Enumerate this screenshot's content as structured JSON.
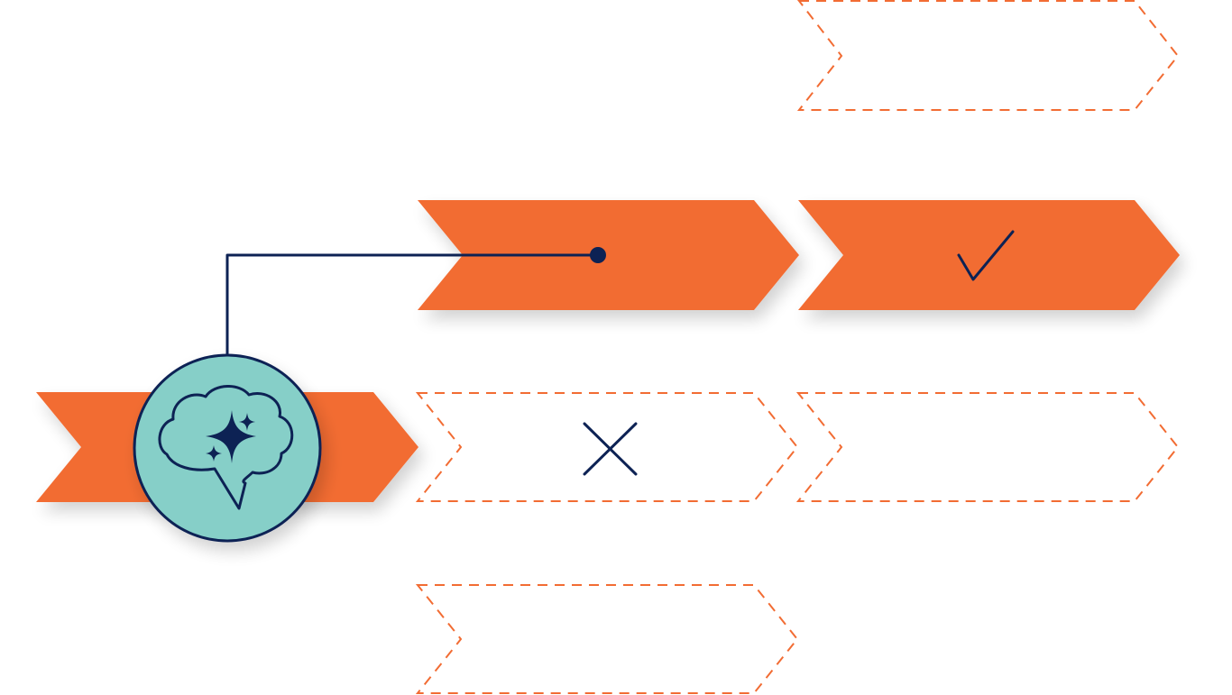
{
  "diagram": {
    "description_icons": {
      "start_icon": "brain-sparkle-speech-bubble-icon",
      "success_icon": "checkmark-icon",
      "failure_icon": "x-mark-icon",
      "connector_dot": "dot-icon"
    },
    "colors": {
      "accent_orange": "#f26c33",
      "navy": "#0d2254",
      "teal": "#86cfc8",
      "background": "#ffffff"
    },
    "steps": [
      {
        "id": "start",
        "style": "solid"
      },
      {
        "id": "row1-col2",
        "style": "solid"
      },
      {
        "id": "row1-col3",
        "style": "solid",
        "mark": "check"
      },
      {
        "id": "row0-col3",
        "style": "dashed"
      },
      {
        "id": "row2-col2",
        "style": "dashed",
        "mark": "cross"
      },
      {
        "id": "row2-col3",
        "style": "dashed"
      },
      {
        "id": "row3-col2",
        "style": "dashed"
      }
    ]
  }
}
